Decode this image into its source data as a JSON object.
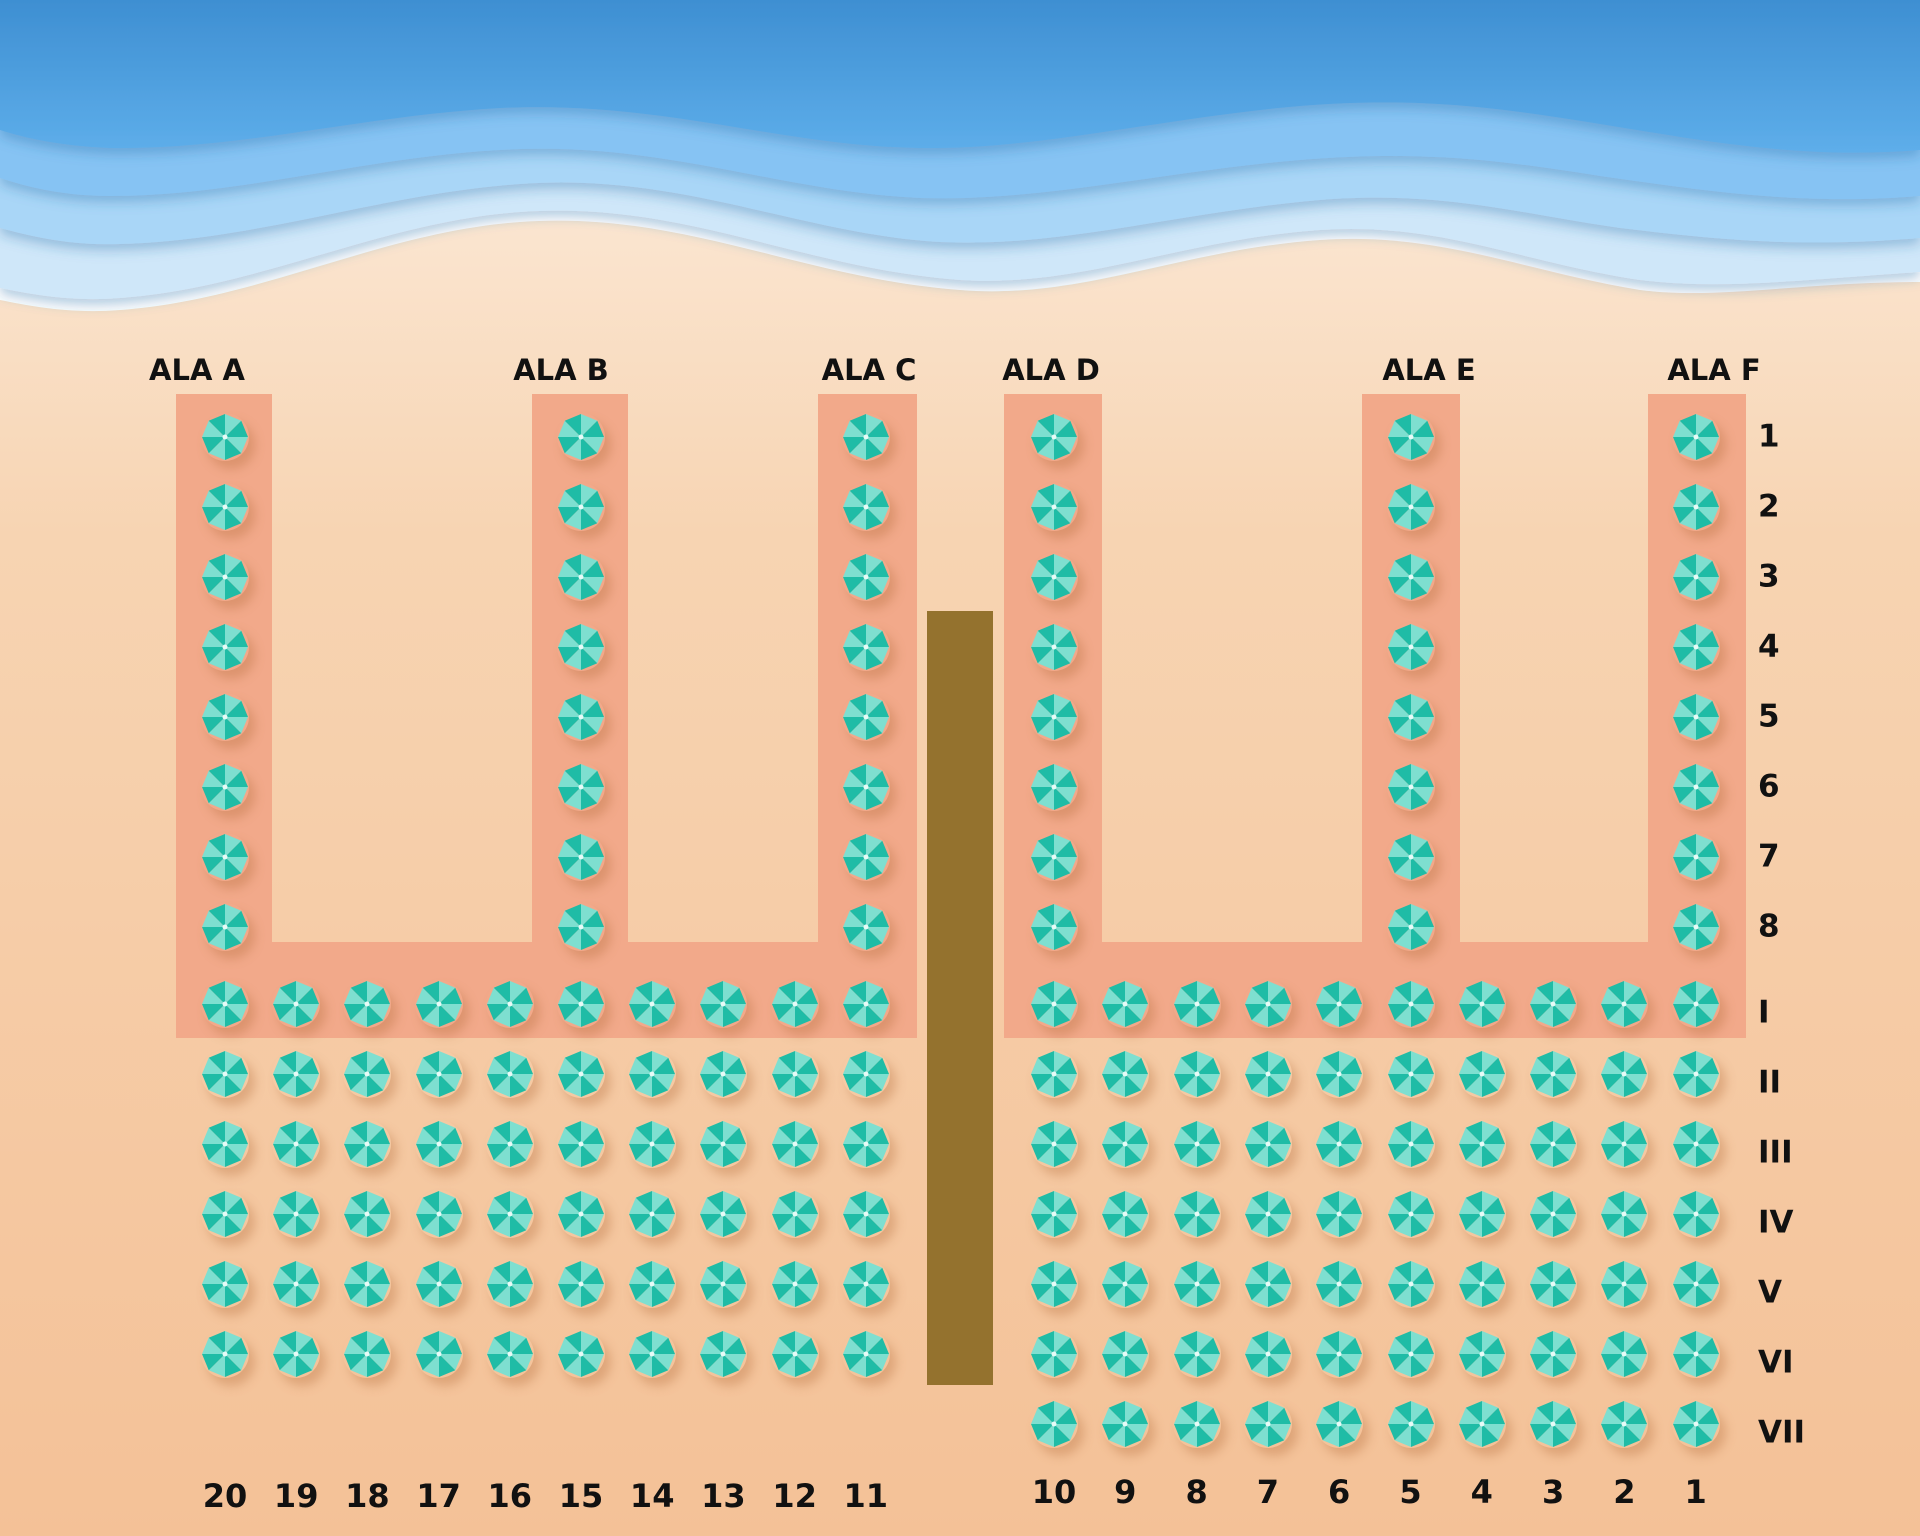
{
  "title": "",
  "wings": [
    "ALA A",
    "ALA B",
    "ALA C",
    "ALA D",
    "ALA E",
    "ALA F"
  ],
  "wing_rows": [
    "1",
    "2",
    "3",
    "4",
    "5",
    "6",
    "7",
    "8"
  ],
  "front_rows": [
    "I",
    "II",
    "III",
    "IV",
    "V",
    "VI",
    "VII"
  ],
  "left_columns": [
    "20",
    "19",
    "18",
    "17",
    "16",
    "15",
    "14",
    "13",
    "12",
    "11"
  ],
  "right_columns": [
    "10",
    "9",
    "8",
    "7",
    "6",
    "5",
    "4",
    "3",
    "2",
    "1"
  ],
  "left_block_rows": [
    "I",
    "II",
    "III",
    "IV",
    "V",
    "VI"
  ],
  "right_block_rows": [
    "I",
    "II",
    "III",
    "IV",
    "V",
    "VI",
    "VII"
  ],
  "colors": {
    "sea_deep": "#3f93d6",
    "sea_mid": "#6cb4ec",
    "sea_light": "#cfe8fa",
    "sand_top": "#fbe3cc",
    "sand": "#f4c49a",
    "zone": "#f2a888",
    "walkway": "#94722e",
    "umbrella": "#2ec6b0",
    "umbrella_light": "#8fe6d8"
  }
}
